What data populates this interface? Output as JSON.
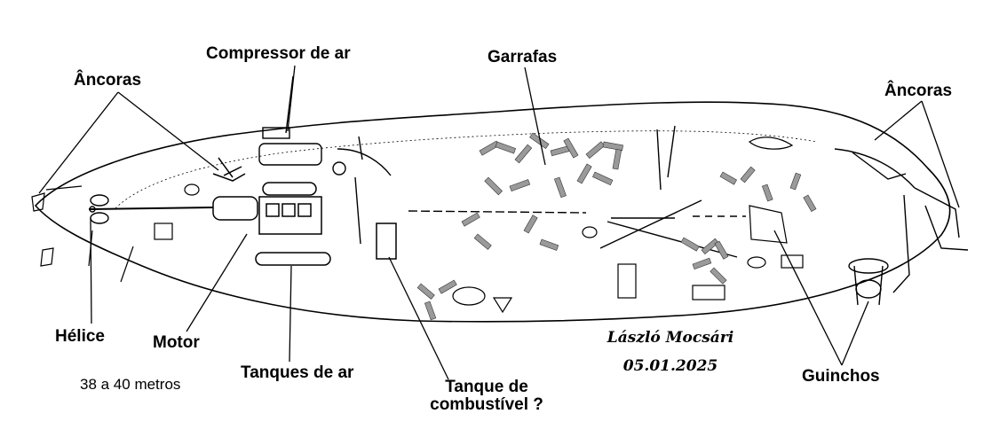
{
  "labels": {
    "compressor": "Compressor de ar",
    "garrafas": "Garrafas",
    "ancoras_left": "Âncoras",
    "ancoras_right": "Âncoras",
    "helice": "Hélice",
    "motor": "Motor",
    "tanques_ar": "Tanques de ar",
    "tanque_comb_1": "Tanque de",
    "tanque_comb_2": "combustível ?",
    "guinchos": "Guinchos",
    "depth": "38 a 40 metros"
  },
  "signature": {
    "name": "László Mocsári",
    "date": "05.01.2025"
  },
  "colors": {
    "ink": "#000000",
    "fill": "#9a9a9a",
    "background": "#ffffff"
  }
}
